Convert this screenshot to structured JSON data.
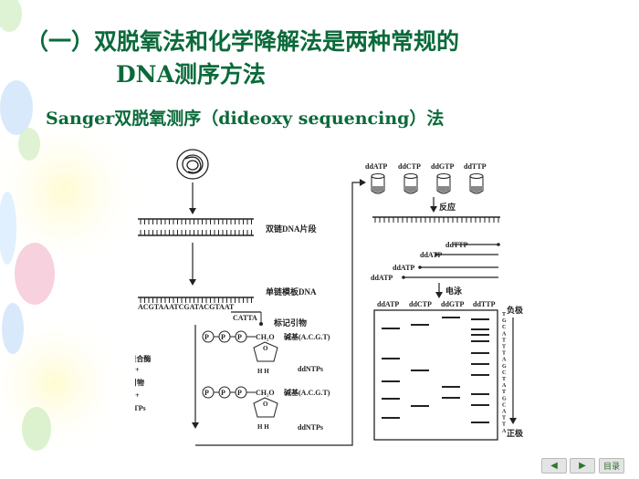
{
  "slide": {
    "title_line1": "（一）双脱氧法和化学降解法是两种常规的",
    "title_line2": "DNA测序方法",
    "subtitle": "Sanger双脱氧测序（dideoxy sequencing）法"
  },
  "figure": {
    "left": {
      "label_double_strand": "双链DNA片段",
      "label_single_strand": "单链模板DNA",
      "template_seq": "ACGTAAATCGATACGTAAT",
      "primer_seq": "CATTA",
      "label_primer": "标记引物",
      "nucleotide_base": "碱基(A.C.G.T)",
      "ch2o": "CH₂O",
      "ring_o": "O",
      "ring_h": "H  H",
      "p": "P",
      "ddntps": "ddNTPs",
      "reagent_line1": "DNA聚合酶",
      "reagent_plus1": "+",
      "reagent_line2": "引物",
      "reagent_plus2": "+",
      "reagent_line3": "dNTPs"
    },
    "right": {
      "tubes": [
        "ddATP",
        "ddCTP",
        "ddGTP",
        "ddTTP"
      ],
      "label_reaction": "反应",
      "fragment_labels": [
        "ddTTP",
        "ddATP",
        "ddATP",
        "ddATP"
      ],
      "label_electrophoresis": "电泳",
      "lane_labels": [
        "ddATP",
        "ddCTP",
        "ddGTP",
        "ddTTP"
      ],
      "negative_pole": "负极",
      "positive_pole": "正极",
      "read_seq": [
        "T",
        "G",
        "C",
        "A",
        "T",
        "T",
        "T",
        "A",
        "G",
        "C",
        "T",
        "A",
        "T",
        "G",
        "C",
        "A",
        "T",
        "T",
        "A"
      ]
    }
  },
  "nav": {
    "prev_icon": "triangle-left",
    "next_icon": "triangle-right",
    "menu_label": "目录"
  }
}
